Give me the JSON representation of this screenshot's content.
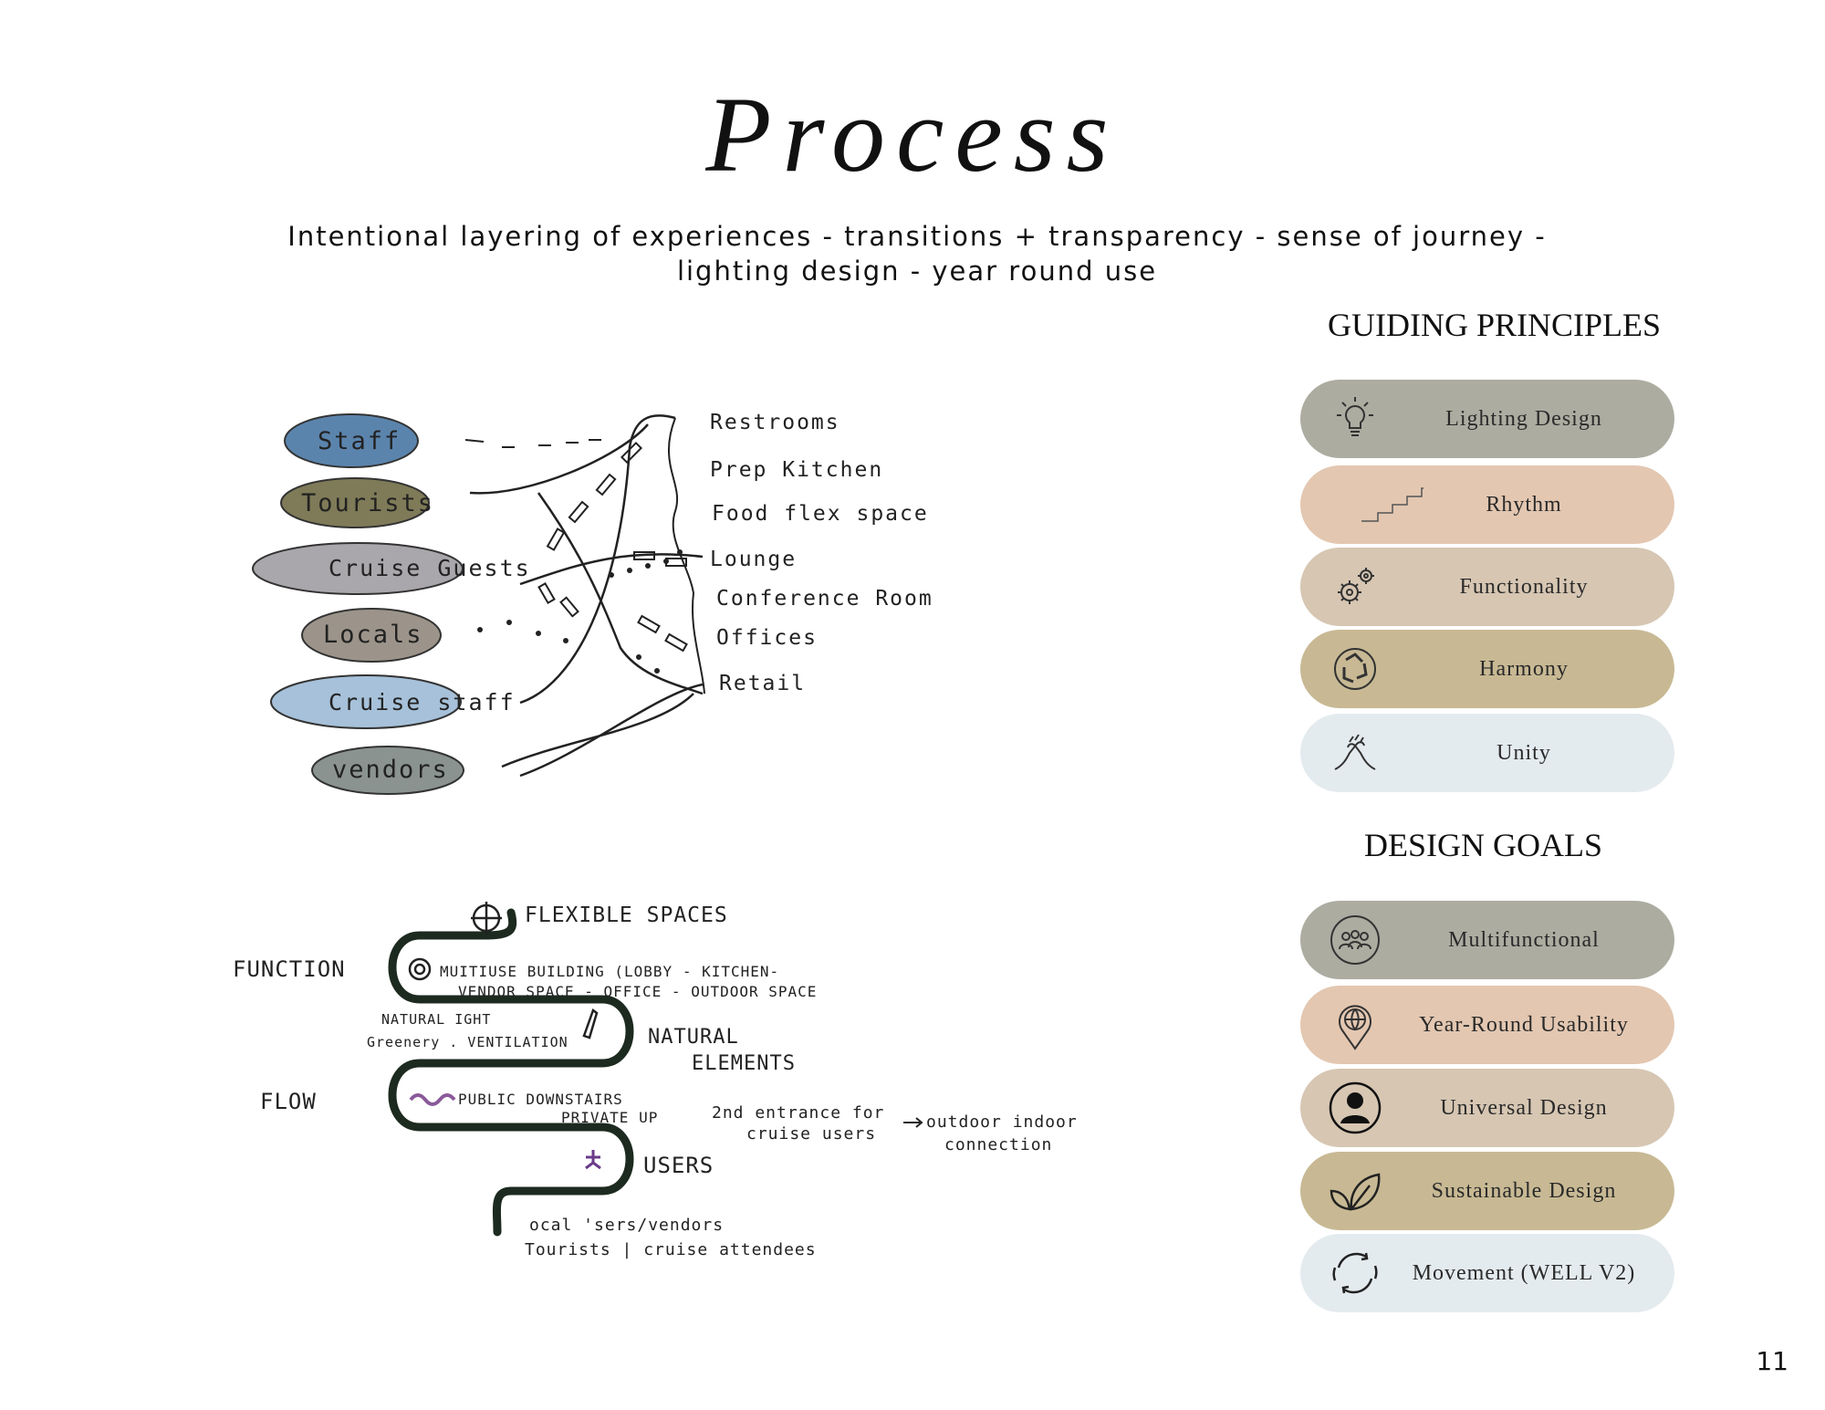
{
  "title": "Process",
  "subtitle": "Intentional layering of experiences - transitions + transparency - sense of journey - lighting design - year round use",
  "guiding_principles": {
    "heading": "GUIDING PRINCIPLES",
    "items": [
      {
        "label": "Lighting Design",
        "icon": "lightbulb-icon",
        "color": "#adaca1"
      },
      {
        "label": "Rhythm",
        "icon": "stairs-icon",
        "color": "#e3c7b1"
      },
      {
        "label": "Functionality",
        "icon": "gears-icon",
        "color": "#d6c6b2"
      },
      {
        "label": "Harmony",
        "icon": "recycle-icon",
        "color": "#c8b994"
      },
      {
        "label": "Unity",
        "icon": "handshake-icon",
        "color": "#e4ebef"
      }
    ]
  },
  "design_goals": {
    "heading": "DESIGN GOALS",
    "items": [
      {
        "label": "Multifunctional",
        "icon": "people-cycle-icon",
        "color": "#adaca1"
      },
      {
        "label": "Year-Round Usability",
        "icon": "globe-pin-icon",
        "color": "#e3c7b1"
      },
      {
        "label": "Universal Design",
        "icon": "person-icon",
        "color": "#d6c6b2"
      },
      {
        "label": "Sustainable Design",
        "icon": "leaf-icon",
        "color": "#c8b994"
      },
      {
        "label": "Movement (WELL V2)",
        "icon": "refresh-icon",
        "color": "#e4ebef"
      }
    ]
  },
  "user_sketch": {
    "users": [
      {
        "label": "Staff",
        "color": "#5b84ad"
      },
      {
        "label": "Tourists",
        "color": "#7f7b58"
      },
      {
        "label": "Cruise Guests",
        "color": "#a9a7ab"
      },
      {
        "label": "Locals",
        "color": "#9c948a"
      },
      {
        "label": "Cruise staff",
        "color": "#a6c1d9"
      },
      {
        "label": "vendors",
        "color": "#8a9390"
      }
    ],
    "spaces": [
      "Restrooms",
      "Prep Kitchen",
      "Food flex space",
      "Lounge",
      "Conference Room",
      "Offices",
      "Retail"
    ]
  },
  "flow_sketch": {
    "left_labels": [
      "FUNCTION",
      "FLOW"
    ],
    "flexible_spaces": "FLEXIBLE SPACES",
    "program_line1": "MUITIUSE BUILDING (LOBBY - KITCHEN-",
    "program_line2": "VENDOR SPACE - OFFICE - OUTDOOR SPACE",
    "natural_light": "NATURAL   IGHT",
    "greenery": "Greenery . VENTILATION",
    "natural_elements_1": "NATURAL",
    "natural_elements_2": "ELEMENTS",
    "public": "PUBLIC DOWNSTAIRS",
    "private": "PRIVATE UP",
    "entrance_1": "2nd entrance for",
    "entrance_2": "cruise users",
    "outdoor_1": "outdoor indoor",
    "outdoor_2": "connection",
    "users_label": "USERS",
    "users_line1": "ocal  'sers/vendors",
    "users_line2": "Tourists | cruise attendees"
  },
  "page_number": "11"
}
